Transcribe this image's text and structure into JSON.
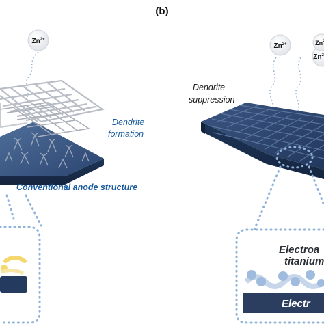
{
  "panel_label": "(b)",
  "ion_left": {
    "base": "Zn",
    "sup": "2+"
  },
  "ion_right_1": {
    "base": "Zn",
    "sup": "2+"
  },
  "ion_right_2": {
    "base": "Zn",
    "sup": "2"
  },
  "ion_right_3": {
    "base": "Zn",
    "sup": "2+"
  },
  "left_panel": {
    "dendrite_label_line1": "Dendrite",
    "dendrite_label_line2": "formation",
    "caption": "Conventional anode structure"
  },
  "right_panel": {
    "suppression_label_line1": "Dendrite",
    "suppression_label_line2": "suppression",
    "inset_text_line1": "Electroa",
    "inset_text_line2": "titanium",
    "inset_bar_text": "Electr"
  },
  "colors": {
    "navy": "#243a5e",
    "dark_blue": "#1f4f86",
    "label_blue": "#1a5a9c",
    "dotted": "#8fb3d9",
    "ion_circle": "#eef0f3",
    "light_blue_ball": "#b7cde6",
    "yellow_arc": "#f5d76e",
    "mesh_grey": "#c9cdd3"
  }
}
